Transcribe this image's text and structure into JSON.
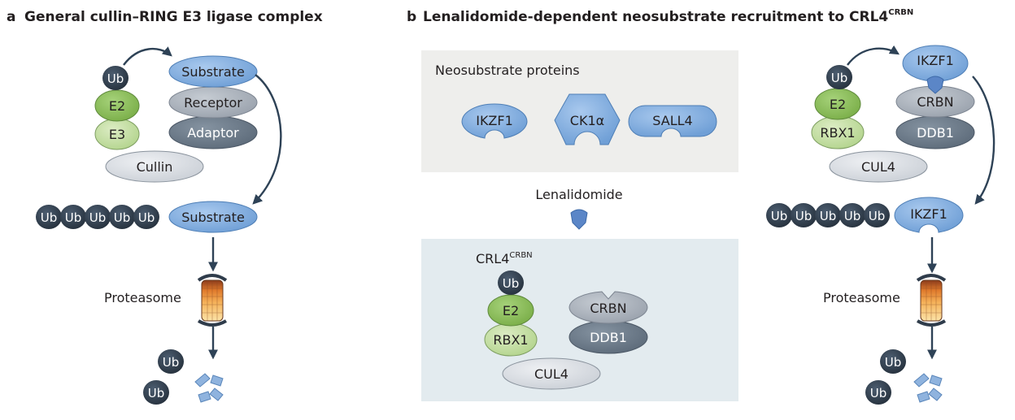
{
  "panel_a": {
    "letter": "a",
    "title": "General cullin–RING E3 ligase complex",
    "ub": "Ub",
    "e2": "E2",
    "e3": "E3",
    "cullin": "Cullin",
    "substrate": "Substrate",
    "receptor": "Receptor",
    "adaptor": "Adaptor",
    "chain": [
      "Ub",
      "Ub",
      "Ub",
      "Ub",
      "Ub"
    ],
    "substrate_tagged": "Substrate",
    "proteasome": "Proteasome",
    "released_ub": [
      "Ub",
      "Ub"
    ]
  },
  "panel_b": {
    "letter": "b",
    "title": "Lenalidomide-dependent neosubstrate recruitment to CRL4",
    "title_sup": "CRBN",
    "neosubstrate_box": {
      "title": "Neosubstrate proteins",
      "proteins": [
        "IKZF1",
        "CK1α",
        "SALL4"
      ]
    },
    "drug": "Lenalidomide",
    "crl4_box": {
      "title": "CRL4",
      "title_sup": "CRBN",
      "ub": "Ub",
      "e2": "E2",
      "rbx1": "RBX1",
      "cul4": "CUL4",
      "crbn": "CRBN",
      "ddb1": "DDB1"
    },
    "right": {
      "ub": "Ub",
      "e2": "E2",
      "rbx1": "RBX1",
      "cul4": "CUL4",
      "ikzf1": "IKZF1",
      "crbn": "CRBN",
      "ddb1": "DDB1",
      "chain": [
        "Ub",
        "Ub",
        "Ub",
        "Ub",
        "Ub"
      ],
      "ikzf1_tagged": "IKZF1",
      "proteasome": "Proteasome",
      "released_ub": [
        "Ub",
        "Ub"
      ]
    }
  },
  "colors": {
    "ub_dark": "#2f3c4b",
    "green_dark": "#8cbd5b",
    "green_light": "#c4dea3",
    "blue_substrate": "#84afe0",
    "grey_light": "#d9dde3",
    "grey_receptor": "#aeb5be",
    "grey_adaptor": "#6e7c8b",
    "box_grey": "#eeeeec",
    "box_blue": "#e3ebef",
    "arrow": "#2e4256"
  }
}
